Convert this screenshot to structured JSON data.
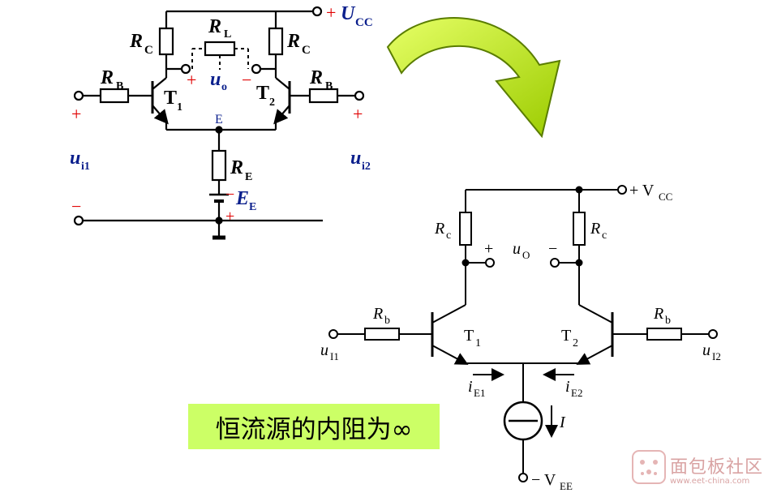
{
  "left_circuit": {
    "ucc": "+U",
    "ucc_sub": "CC",
    "rl": "R",
    "rl_sub": "L",
    "rc_left": "R",
    "rc_left_sub": "C",
    "rc_right": "R",
    "rc_right_sub": "C",
    "rb_left": "R",
    "rb_left_sub": "B",
    "rb_right": "R",
    "rb_right_sub": "B",
    "t1": "T",
    "t1_sub": "1",
    "t2": "T",
    "t2_sub": "2",
    "uo": "u",
    "uo_sub": "o",
    "plus_out": "+",
    "minus_out": "−",
    "node_e": "E",
    "re": "R",
    "re_sub": "E",
    "ee": "E",
    "ee_sub": "E",
    "ee_minus": "−",
    "ee_plus": "+",
    "plus_in1": "+",
    "plus_in2": "+",
    "minus_in": "−",
    "ui1": "u",
    "ui1_sub": "i1",
    "ui2": "u",
    "ui2_sub": "i2"
  },
  "right_circuit": {
    "vcc": "+ V",
    "vcc_sub": "CC",
    "rc_left": "R",
    "rc_left_sub": "c",
    "rc_right": "R",
    "rc_right_sub": "c",
    "plus_out": "+",
    "minus_out": "−",
    "uo": "u",
    "uo_sub": "O",
    "rb_left": "R",
    "rb_left_sub": "b",
    "rb_right": "R",
    "rb_right_sub": "b",
    "t1": "T",
    "t1_sub": "1",
    "t2": "T",
    "t2_sub": "2",
    "ui1": "u",
    "ui1_sub": "I1",
    "ui2": "u",
    "ui2_sub": "I2",
    "ie1": "i",
    "ie1_sub": "E1",
    "ie2": "i",
    "ie2_sub": "E2",
    "i": "I",
    "vee": "− V",
    "vee_sub": "EE"
  },
  "caption": "恒流源的内阻为∞",
  "watermark": {
    "text": "面包板社区",
    "url": "www.eet-china.com"
  },
  "colors": {
    "line": "#000000",
    "label_blue": "#0b1f8c",
    "label_red": "#e00000",
    "arrow_fill": "#c8f000",
    "arrow_stroke": "#5a7d00",
    "caption_bg": "#ccff66"
  }
}
